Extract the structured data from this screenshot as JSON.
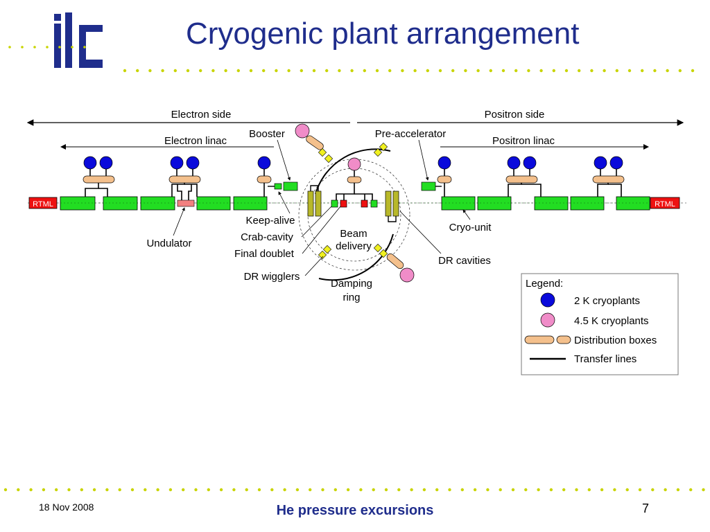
{
  "slide": {
    "title": "Cryogenic plant arrangement",
    "logo_text": "ilc",
    "footer_date": "18 Nov 2008",
    "footer_title": "He pressure excursions",
    "page_number": "7"
  },
  "colors": {
    "title": "#1f2d8c",
    "dots": "#c8d400",
    "cryounit": "#22dd22",
    "rtml": "#ee1111",
    "cryoplant_2k": "#0a0adb",
    "cryoplant_45k": "#f08cc8",
    "distribution_box": "#f4c08c",
    "dr_cavity": "#b8b82a",
    "crab_yellow": "#f0f020"
  },
  "diagram": {
    "electron_side": "Electron side",
    "positron_side": "Positron side",
    "electron_linac": "Electron linac",
    "positron_linac": "Positron linac",
    "booster": "Booster",
    "pre_accelerator": "Pre-accelerator",
    "rtml_left": "RTML",
    "rtml_right": "RTML",
    "keep_alive": "Keep-alive",
    "crab_cavity": "Crab-cavity",
    "final_doublet": "Final doublet",
    "dr_wigglers": "DR wigglers",
    "undulator": "Undulator",
    "beam_delivery_1": "Beam",
    "beam_delivery_2": "delivery",
    "damping_ring_1": "Damping",
    "damping_ring_2": "ring",
    "dr_cavities": "DR cavities",
    "cryo_unit": "Cryo-unit"
  },
  "legend": {
    "title": "Legend:",
    "items": [
      {
        "label": "2 K cryoplants",
        "icon": "blue-circle"
      },
      {
        "label": "4.5 K cryoplants",
        "icon": "pink-circle"
      },
      {
        "label": "Distribution boxes",
        "icon": "orange-capsule"
      },
      {
        "label": "Transfer lines",
        "icon": "black-line"
      }
    ]
  }
}
